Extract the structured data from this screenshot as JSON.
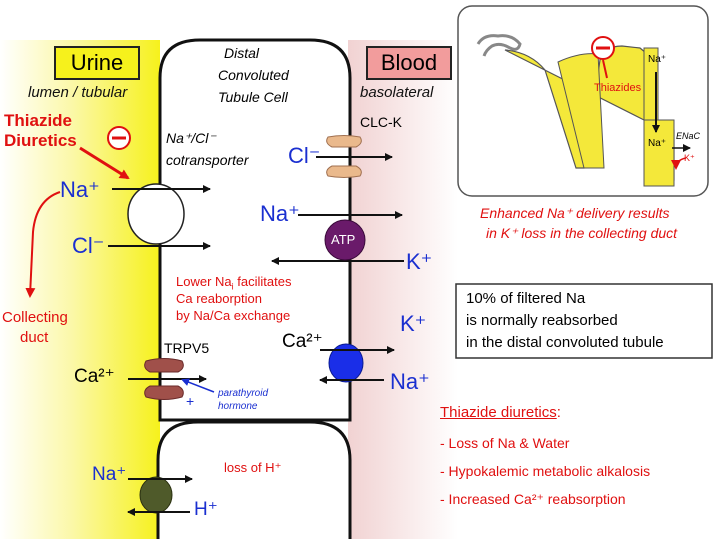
{
  "urine_box": "Urine",
  "urine_sub": "lumen / tubular",
  "blood_box": "Blood",
  "blood_sub": "basolateral",
  "cell_title": [
    "Distal",
    "Convoluted",
    "Tubule Cell"
  ],
  "thiazide_label": [
    "Thiazide",
    "Diuretics"
  ],
  "inhibit_symbol": "−",
  "cotransporter_label": [
    "Na⁺/Cl⁻",
    "cotransporter"
  ],
  "ions": {
    "na_lumen": "Na⁺",
    "cl_lumen": "Cl⁻",
    "cl_blood": "Cl⁻",
    "na_blood": "Na⁺",
    "k_blood_upper": "K⁺",
    "k_blood_lower": "K⁺",
    "ca_lumen": "Ca²⁺",
    "ca_cell": "Ca²⁺",
    "na_blood_lower": "Na⁺",
    "na_lower_cell": "Na⁺",
    "h_lower_cell": "H⁺"
  },
  "clck_label": "CLC-K",
  "atp_label": "ATP",
  "collecting_duct": [
    "Collecting",
    "duct"
  ],
  "lower_na_text": [
    "Lower Na",
    "i",
    " facilitates",
    "Ca reaborption",
    "by Na/Ca exchange"
  ],
  "trpv5_label": "TRPV5",
  "pth_label": [
    "parathyroid",
    "hormone"
  ],
  "pth_plus": "+",
  "loss_h": "loss of H⁺",
  "inset": {
    "na": "Na⁺",
    "thiazides": "Thiazides",
    "na2": "Na⁺",
    "enac": "ENaC",
    "k": "K⁺",
    "caption": [
      "Enhanced Na⁺ delivery results",
      "in K⁺ loss in the collecting duct"
    ]
  },
  "note_box": [
    "10% of filtered Na",
    "is normally reabsorbed",
    "in the distal convoluted tubule"
  ],
  "summary": {
    "title": "Thiazide diuretics",
    "colon": ":",
    "items": [
      "- Loss of Na & Water",
      "- Hypokalemic metabolic alkalosis",
      "- Increased Ca²⁺ reabsorption"
    ]
  },
  "colors": {
    "lumen_yellow": "#f6f11c",
    "blood_pink": "#f4dada",
    "ion_blue": "#1a2fd0",
    "alert_red": "#e01010",
    "atp_purple": "#6a1a6a",
    "exchanger_blue": "#1a2ee8",
    "nah_green": "#4f5a2a",
    "channel_brown": "#a0504a",
    "clck_tan": "#eab98c"
  }
}
